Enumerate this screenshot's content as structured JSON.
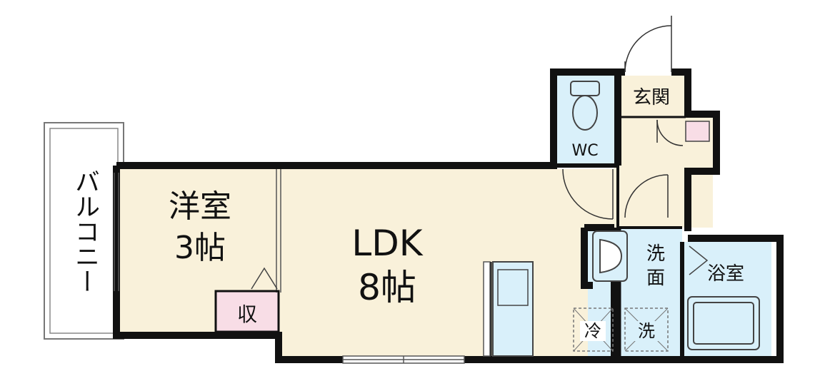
{
  "rooms": {
    "balcony": "バルコニー",
    "western_room": "洋室",
    "western_room_size": "3帖",
    "storage": "収",
    "ldk": "LDK",
    "ldk_size": "8帖",
    "wc": "WC",
    "entrance": "玄関",
    "washroom_1": "洗",
    "washroom_2": "面",
    "bathroom": "浴室",
    "fridge": "冷",
    "washer": "洗"
  },
  "colors": {
    "floor": "#f9f1da",
    "wet_area": "#d9f0fa",
    "storage": "#f8dde6",
    "wall": "#111111"
  }
}
